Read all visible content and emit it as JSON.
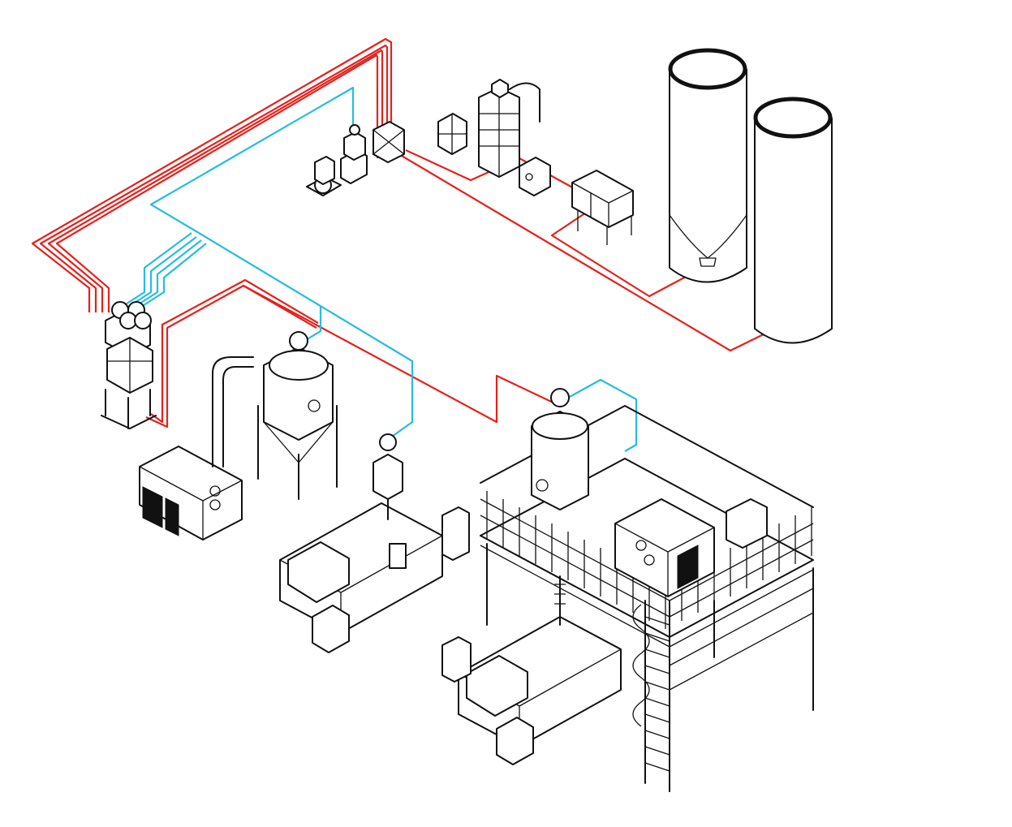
{
  "diagram": {
    "kind": "isometric-plant-conveying-system",
    "colors": {
      "background": "#ffffff",
      "equipment_line": "#111111",
      "material_line": "#e3221c",
      "vacuum_line": "#27bce0"
    },
    "line_types": [
      "material_line",
      "vacuum_line"
    ],
    "components": [
      "vacuum-pump-unit",
      "dust-collector",
      "small-hopper-unit",
      "central-dryer-tower",
      "control-cabinet",
      "twin-bin-hopper",
      "silo-1",
      "silo-2",
      "distribution-station",
      "honeycomb-dryer",
      "drying-hopper",
      "hopper-loader",
      "injection-molding-machine",
      "mezzanine-platform",
      "mezzanine-dryer",
      "mezzanine-drying-hopper",
      "spiral-ladder",
      "injection-molding-machine-2"
    ]
  }
}
